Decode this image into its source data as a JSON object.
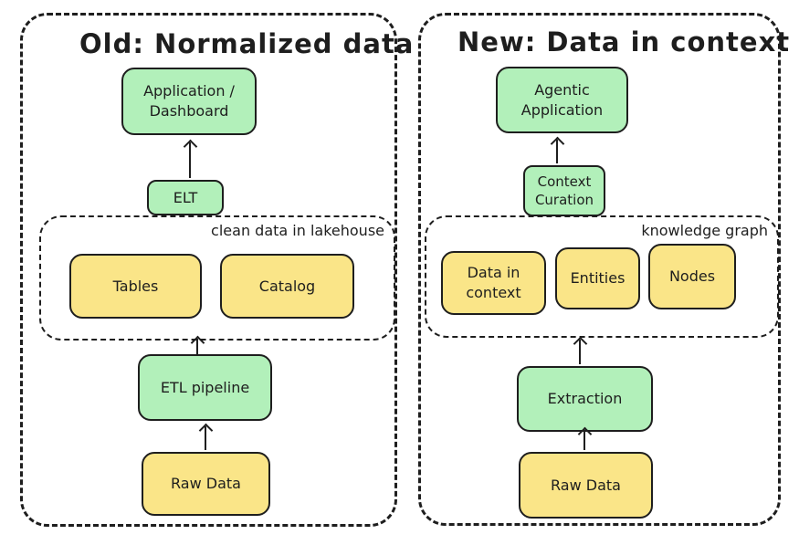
{
  "colors": {
    "stroke": "#1e1e1e",
    "green_fill": "#b2f0ba",
    "yellow_fill": "#fae588",
    "background": "#ffffff"
  },
  "old": {
    "title": "Old: Normalized data",
    "application_dashboard": "Application / Dashboard",
    "elt": "ELT",
    "lakehouse_label": "clean data in lakehouse",
    "tables": "Tables",
    "catalog": "Catalog",
    "etl_pipeline": "ETL pipeline",
    "raw_data": "Raw Data"
  },
  "new": {
    "title": "New: Data in context",
    "agentic_application": "Agentic Application",
    "context_curation": "Context Curation",
    "knowledge_graph_label": "knowledge graph",
    "data_in_context": "Data in context",
    "entities": "Entities",
    "nodes": "Nodes",
    "extraction": "Extraction",
    "raw_data": "Raw Data"
  }
}
